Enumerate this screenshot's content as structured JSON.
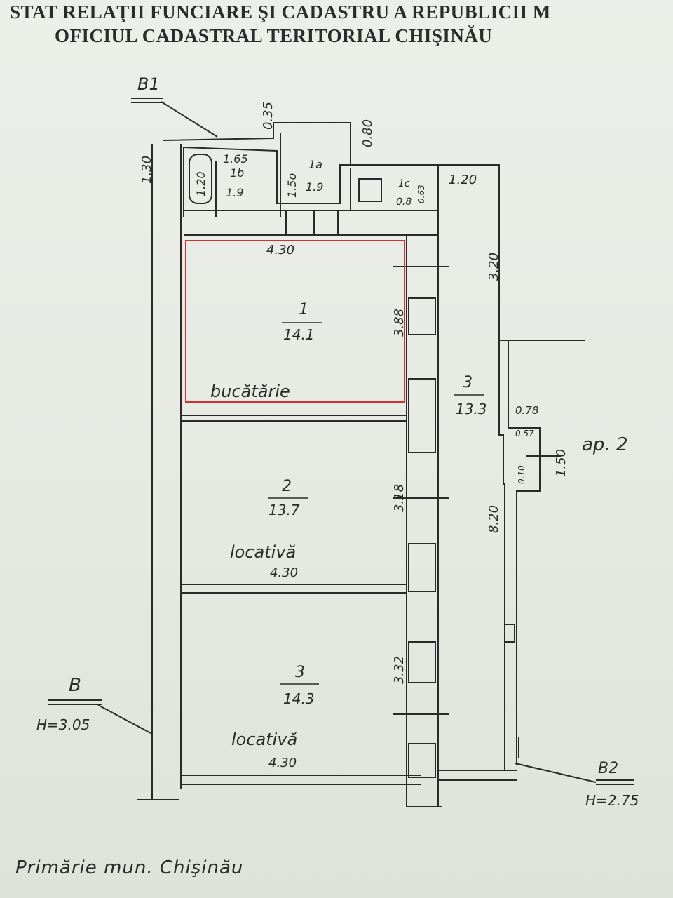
{
  "header": {
    "line1": "STAT RELAŢII FUNCIARE ŞI CADASTRU A REPUBLICII M",
    "line2": "OFICIUL CADASTRAL TERITORIAL CHIŞINĂU"
  },
  "markers": {
    "top_left": "B1",
    "bottom_left": "B",
    "bottom_left_h": "H=3.05",
    "bottom_right": "B2",
    "bottom_right_h": "H=2.75"
  },
  "dims": {
    "d035": "0.35",
    "d080": "0.80",
    "d130": "1.30",
    "d120_bath": "1.20",
    "d165": "1.65",
    "d150a": "1.5o",
    "d120_right": "1.20",
    "d320": "3.20",
    "d430_top": "4.30",
    "d388": "3.88",
    "d318": "3.18",
    "d332": "3.32",
    "d078": "0.78",
    "d057": "0.57",
    "d010": "0.10",
    "d150b": "1.50",
    "d820": "8.20",
    "d063": "0.63"
  },
  "rooms": {
    "r1b": {
      "num": "1b",
      "area": "1.9"
    },
    "r1a": {
      "num": "1a",
      "area": "1.9"
    },
    "r1c": {
      "num": "1c",
      "area": "0.8"
    },
    "r1": {
      "num": "1",
      "area": "14.1",
      "label": "bucătărie"
    },
    "r2": {
      "num": "2",
      "area": "13.7",
      "label": "locativă",
      "width": "4.30"
    },
    "r3": {
      "num": "3",
      "area": "14.3",
      "label": "locativă",
      "width": "4.30"
    },
    "corridor": {
      "num": "3",
      "area": "13.3"
    }
  },
  "apartment_label": "ap. 2",
  "footer": "Primărie mun. Chişinău",
  "colors": {
    "ink": "#2a2a2a",
    "highlight": "#d23030"
  }
}
